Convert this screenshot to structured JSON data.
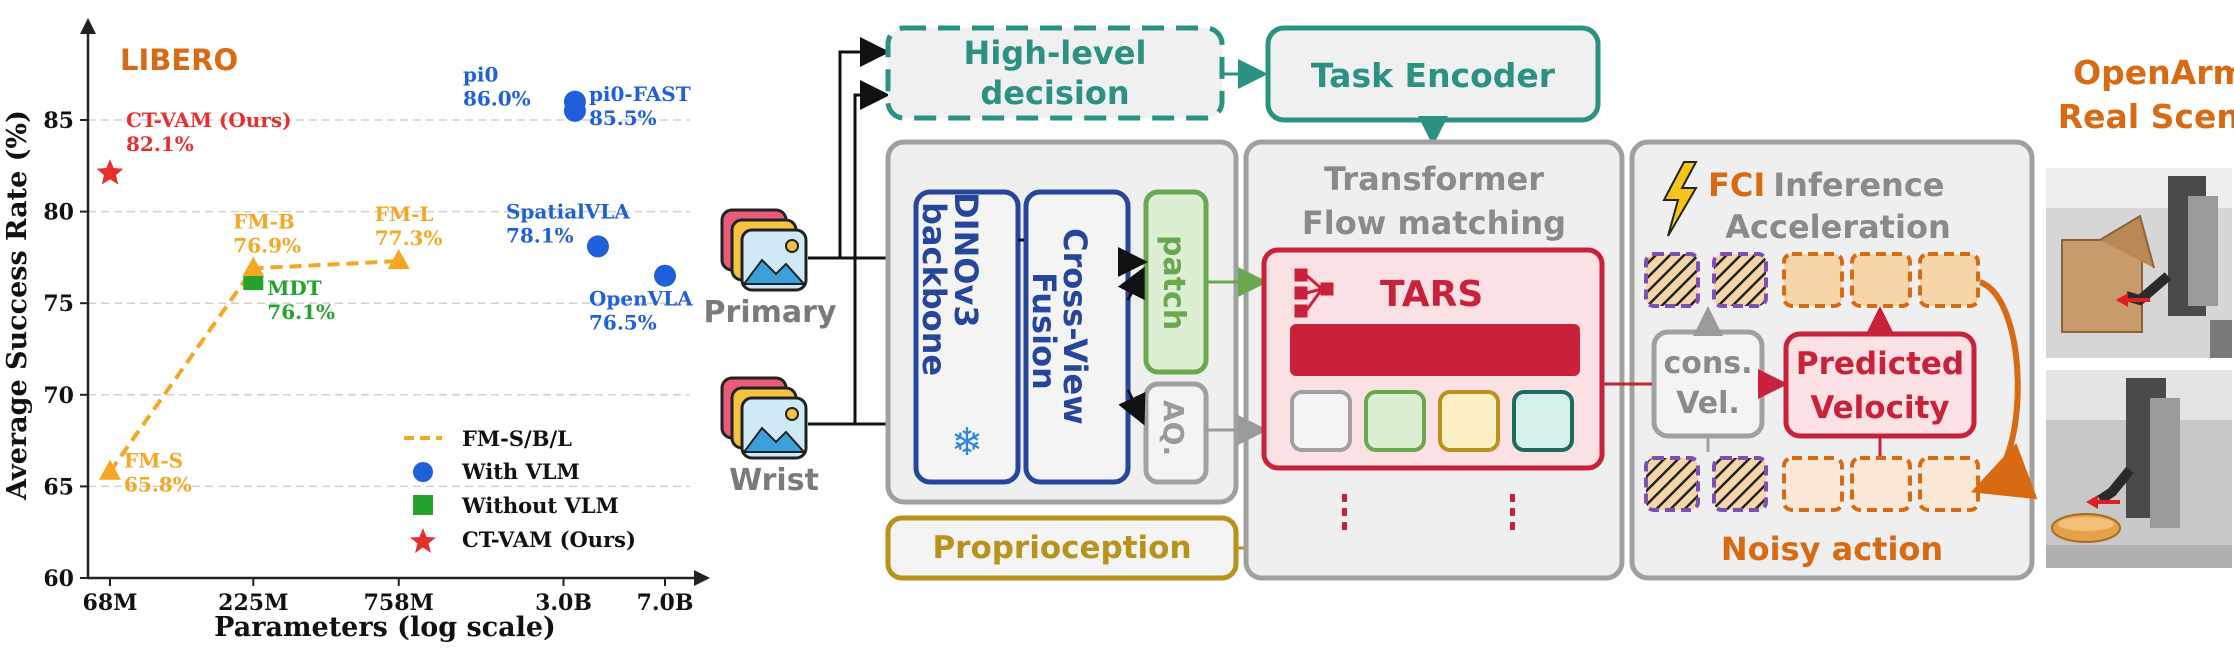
{
  "chart_data": {
    "type": "scatter",
    "title": "LIBERO",
    "xlabel": "Parameters (log scale)",
    "ylabel": "Average Success Rate (%)",
    "x_scale": "log",
    "x_ticks": [
      {
        "value": 68,
        "label": "68M"
      },
      {
        "value": 225,
        "label": "225M"
      },
      {
        "value": 758,
        "label": "758M"
      },
      {
        "value": 3000,
        "label": "3.0B"
      },
      {
        "value": 7000,
        "label": "7.0B"
      }
    ],
    "y_ticks": [
      60,
      65,
      70,
      75,
      80,
      85
    ],
    "ylim": [
      60,
      90
    ],
    "grid": "horizontal dashed",
    "legend_position": "bottom-right",
    "series": [
      {
        "name": "FM-S/B/L",
        "marker": "triangle",
        "line": "dashed",
        "color": "#f5a623",
        "points": [
          {
            "x": 68,
            "y": 65.8,
            "label": "FM-S",
            "value_label": "65.8%"
          },
          {
            "x": 225,
            "y": 76.9,
            "label": "FM-B",
            "value_label": "76.9%"
          },
          {
            "x": 758,
            "y": 77.3,
            "label": "FM-L",
            "value_label": "77.3%"
          }
        ]
      },
      {
        "name": "With VLM",
        "marker": "circle",
        "color": "#1f5fd9",
        "points": [
          {
            "x": 3300,
            "y": 86.0,
            "label": "pi0",
            "value_label": "86.0%"
          },
          {
            "x": 3300,
            "y": 85.5,
            "label": "pi0-FAST",
            "value_label": "85.5%"
          },
          {
            "x": 4000,
            "y": 78.1,
            "label": "SpatialVLA",
            "value_label": "78.1%"
          },
          {
            "x": 7000,
            "y": 76.5,
            "label": "OpenVLA",
            "value_label": "76.5%"
          }
        ]
      },
      {
        "name": "Without VLM",
        "marker": "square",
        "color": "#22a32a",
        "points": [
          {
            "x": 225,
            "y": 76.1,
            "label": "MDT",
            "value_label": "76.1%"
          }
        ]
      },
      {
        "name": "CT-VAM (Ours)",
        "marker": "star",
        "color": "#e63030",
        "points": [
          {
            "x": 68,
            "y": 82.1,
            "label": "CT-VAM (Ours)",
            "value_label": "82.1%"
          }
        ]
      }
    ]
  },
  "diagram": {
    "inputs": {
      "primary": "Primary",
      "wrist": "Wrist"
    },
    "high_level": [
      "High-level",
      "decision"
    ],
    "task_encoder": "Task Encoder",
    "backbone": [
      "DINOv3",
      "backbone"
    ],
    "fusion": [
      "Cross-View",
      "Fusion"
    ],
    "patch": "patch",
    "aq": "AQ.",
    "proprioception": "Proprioception",
    "transformer_title": [
      "Transformer",
      "Flow matching"
    ],
    "tars": "TARS",
    "fci_highlight": "FCI",
    "fci_rest": "Inference",
    "fci_line2": "Acceleration",
    "cons_vel": [
      "cons.",
      "Vel."
    ],
    "predicted_velocity": [
      "Predicted",
      "Velocity"
    ],
    "noisy_action": "Noisy action",
    "openarm": [
      "OpenArm",
      "Real Scene"
    ]
  },
  "colors": {
    "teal": "#2a9183",
    "navy": "#26469b",
    "green": "#6aa84f",
    "gold": "#b8921a",
    "crimson": "#c9213a",
    "orange": "#d96a14",
    "gray": "#9a9a9a",
    "purple": "#7b4fb3"
  }
}
